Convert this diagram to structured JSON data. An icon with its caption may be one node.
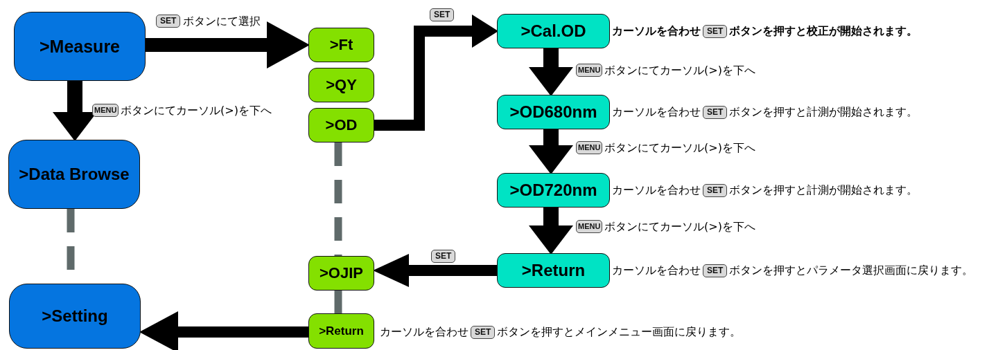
{
  "diagram": {
    "nodes": [
      {
        "text": [
          ">Measure"
        ]
      },
      {
        "text": [
          ">Data Browse"
        ]
      },
      {
        "text": [
          ">Setting"
        ]
      },
      {
        "text": [
          ">Ft"
        ]
      },
      {
        "text": [
          ">QY"
        ]
      },
      {
        "text": [
          ">OD"
        ]
      },
      {
        "text": [
          ">OJIP"
        ]
      },
      {
        "text": [
          ">Return"
        ],
        "beside": [
          "カーソルを合わせ",
          "SET",
          "ボタンを押すとメインメニュー画面に戻ります。"
        ]
      },
      {
        "text": [
          ">Cal.OD"
        ],
        "beside": [
          "カーソルを合わせ",
          "SET",
          "ボタンを押すと校正が開始されます。"
        ]
      },
      {
        "text": [
          ">OD680nm"
        ],
        "beside": [
          "カーソルを合わせ",
          "SET",
          "ボタンを押すと計測が開始されます。"
        ]
      },
      {
        "text": [
          ">OD720nm"
        ],
        "beside": [
          "カーソルを合わせ",
          "SET",
          "ボタンを押すと計測が開始されます。"
        ]
      },
      {
        "text": [
          ">Return"
        ],
        "beside": [
          "カーソルを合わせ",
          "SET",
          "ボタンを押すとパラメータ選択画面に戻ります。"
        ]
      }
    ],
    "edges": [
      {
        "from": 0,
        "to": 3,
        "arrow": "to",
        "label": "ボタンにて選択"
      },
      {
        "from": 0,
        "to": 1,
        "arrow": "to",
        "label": "ボタンにてカーソル(>)を下へ"
      },
      {
        "from": 1,
        "to": 2,
        "arrow": "none",
        "style": "dashed",
        "color": "#5f6a6a"
      },
      {
        "from": 5,
        "to": 8,
        "arrow": "to",
        "label": "SET"
      },
      {
        "from": 8,
        "to": 9,
        "arrow": "to",
        "label": "ボタンにてカーソル(>)を下へ"
      },
      {
        "from": 9,
        "to": 10,
        "arrow": "to",
        "label": "ボタンにてカーソル(>)を下へ"
      },
      {
        "from": 10,
        "to": 11,
        "arrow": "to",
        "label": "ボタンにてカーソル(>)を下へ"
      },
      {
        "from": 11,
        "to": 6,
        "arrow": "to",
        "label": "SET"
      },
      {
        "from": 5,
        "to": 6,
        "arrow": "none",
        "style": "dashed",
        "color": "#5f6a6a"
      },
      {
        "from": 6,
        "to": 7,
        "arrow": "none",
        "style": "dashed",
        "color": "#5f6a6a"
      },
      {
        "from": 7,
        "to": 2,
        "arrow": "to"
      }
    ],
    "labels": [
      "SET",
      "MENU",
      "MENU",
      "MENU",
      "MENU"
    ]
  }
}
